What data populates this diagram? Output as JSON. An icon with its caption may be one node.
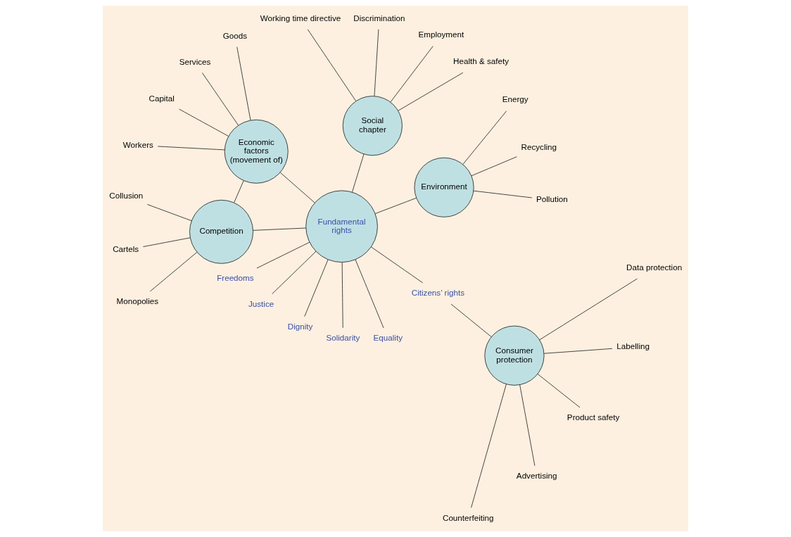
{
  "diagram": {
    "nodes": [
      {
        "text": [
          "Fundamental rights"
        ]
      },
      {
        "text": [
          "Environment"
        ]
      },
      {
        "text": [
          "Social chapter"
        ]
      },
      {
        "text": [
          "Economic factors (movement of)"
        ]
      },
      {
        "text": [
          "Competition"
        ]
      },
      {
        "text": [
          "Consumer protection"
        ]
      },
      {
        "text": [
          "Freedoms"
        ]
      },
      {
        "text": [
          "Justice"
        ]
      },
      {
        "text": [
          "Dignity"
        ]
      },
      {
        "text": [
          "Solidarity"
        ]
      },
      {
        "text": [
          "Equality"
        ]
      },
      {
        "text": [
          "Citizens’ rights"
        ]
      },
      {
        "text": [
          "Pollution"
        ]
      },
      {
        "text": [
          "Recycling"
        ]
      },
      {
        "text": [
          "Energy"
        ]
      },
      {
        "text": [
          "Health & safety"
        ]
      },
      {
        "text": [
          "Employment"
        ]
      },
      {
        "text": [
          "Discrimination"
        ]
      },
      {
        "text": [
          "Working time directive"
        ]
      },
      {
        "text": [
          "Goods"
        ]
      },
      {
        "text": [
          "Services"
        ]
      },
      {
        "text": [
          "Capital"
        ]
      },
      {
        "text": [
          "Workers"
        ]
      },
      {
        "text": [
          "Collusion"
        ]
      },
      {
        "text": [
          "Cartels"
        ]
      },
      {
        "text": [
          "Monopolies"
        ]
      },
      {
        "text": [
          "Counterfeiting"
        ]
      },
      {
        "text": [
          "Advertising"
        ]
      },
      {
        "text": [
          "Product safety"
        ]
      },
      {
        "text": [
          "Labelling"
        ]
      },
      {
        "text": [
          "Data protection"
        ]
      }
    ],
    "edges": [
      {
        "from": 0,
        "to": 1,
        "arrow": "none"
      },
      {
        "from": 0,
        "to": 2,
        "arrow": "none"
      },
      {
        "from": 0,
        "to": 3,
        "arrow": "none"
      },
      {
        "from": 0,
        "to": 4,
        "arrow": "none"
      },
      {
        "from": 3,
        "to": 4,
        "arrow": "none"
      },
      {
        "from": 0,
        "to": 6,
        "arrow": "none"
      },
      {
        "from": 0,
        "to": 7,
        "arrow": "none"
      },
      {
        "from": 0,
        "to": 8,
        "arrow": "none"
      },
      {
        "from": 0,
        "to": 9,
        "arrow": "none"
      },
      {
        "from": 0,
        "to": 10,
        "arrow": "none"
      },
      {
        "from": 0,
        "to": 11,
        "arrow": "none"
      },
      {
        "from": 11,
        "to": 5,
        "arrow": "none"
      },
      {
        "from": 1,
        "to": 12,
        "arrow": "none"
      },
      {
        "from": 1,
        "to": 13,
        "arrow": "none"
      },
      {
        "from": 1,
        "to": 14,
        "arrow": "none"
      },
      {
        "from": 2,
        "to": 15,
        "arrow": "none"
      },
      {
        "from": 2,
        "to": 16,
        "arrow": "none"
      },
      {
        "from": 2,
        "to": 17,
        "arrow": "none"
      },
      {
        "from": 2,
        "to": 18,
        "arrow": "none"
      },
      {
        "from": 3,
        "to": 19,
        "arrow": "none"
      },
      {
        "from": 3,
        "to": 20,
        "arrow": "none"
      },
      {
        "from": 3,
        "to": 21,
        "arrow": "none"
      },
      {
        "from": 3,
        "to": 22,
        "arrow": "none"
      },
      {
        "from": 4,
        "to": 23,
        "arrow": "none"
      },
      {
        "from": 4,
        "to": 24,
        "arrow": "none"
      },
      {
        "from": 4,
        "to": 25,
        "arrow": "none"
      },
      {
        "from": 5,
        "to": 26,
        "arrow": "none"
      },
      {
        "from": 5,
        "to": 27,
        "arrow": "none"
      },
      {
        "from": 5,
        "to": 28,
        "arrow": "none"
      },
      {
        "from": 5,
        "to": 29,
        "arrow": "none"
      },
      {
        "from": 5,
        "to": 30,
        "arrow": "none"
      }
    ]
  }
}
